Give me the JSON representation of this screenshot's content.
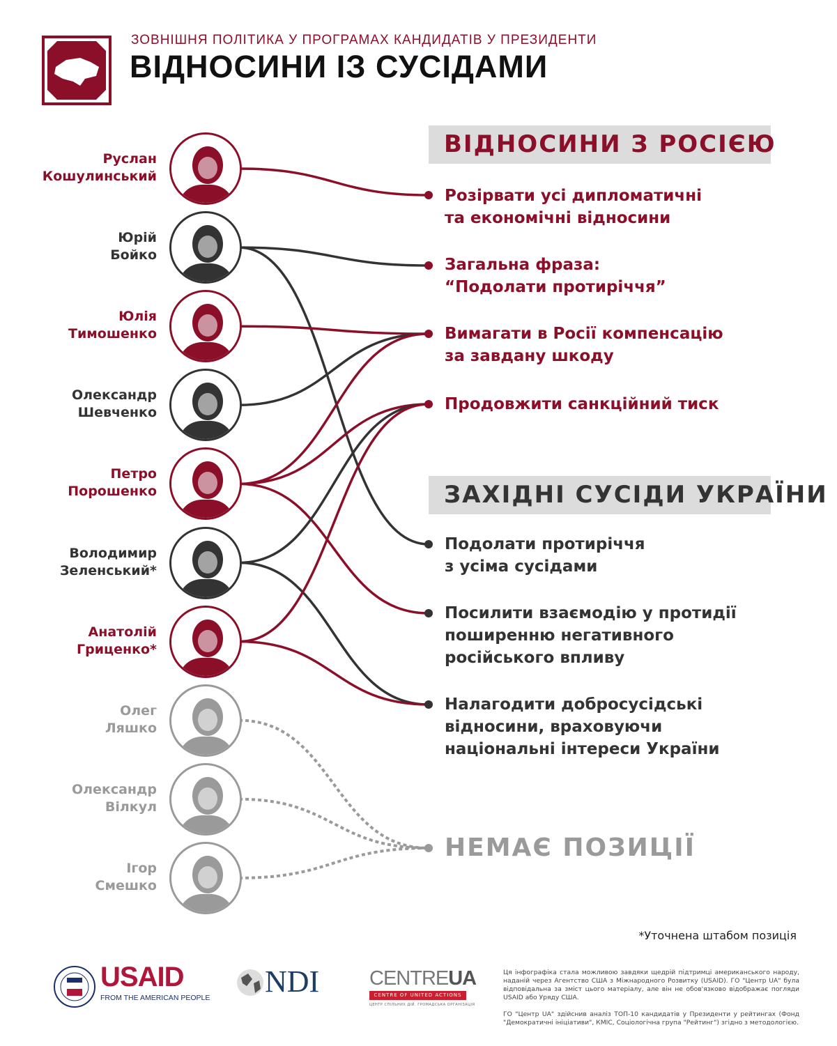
{
  "header": {
    "subtitle": "ЗОВНІШНЯ ПОЛІТИКА У ПРОГРАМАХ КАНДИДАТІВ У ПРЕЗИДЕНТИ",
    "title": "ВІДНОСИНИ ІЗ СУСІДАМИ"
  },
  "colors": {
    "red": "#8c0f2a",
    "dark": "#333333",
    "gray": "#9a9a9a",
    "section_bg": "#dcdcdc"
  },
  "candidates": [
    {
      "name": "Руслан\nКошулинський",
      "tone": "red"
    },
    {
      "name": "Юрій\nБойко",
      "tone": "dark"
    },
    {
      "name": "Юлія\nТимошенко",
      "tone": "red"
    },
    {
      "name": "Олександр\nШевченко",
      "tone": "dark"
    },
    {
      "name": "Петро\nПорошенко",
      "tone": "red"
    },
    {
      "name": "Володимир\nЗеленський*",
      "tone": "dark"
    },
    {
      "name": "Анатолій\nГриценко*",
      "tone": "red"
    },
    {
      "name": "Олег\nЛяшко",
      "tone": "gray"
    },
    {
      "name": "Олександр\nВілкул",
      "tone": "gray"
    },
    {
      "name": "Ігор\nСмешко",
      "tone": "gray"
    }
  ],
  "sections": [
    {
      "title": "ВІДНОСИНИ З РОСІЄЮ",
      "tone": "red"
    },
    {
      "title": "ЗАХІДНІ СУСІДИ УКРАЇНИ",
      "tone": "dark"
    }
  ],
  "positions": [
    {
      "text": "Розірвати усі дипломатичні\nта економічні відносини",
      "tone": "red"
    },
    {
      "text": "Загальна фраза:\n“Подолати протиріччя”",
      "tone": "red"
    },
    {
      "text": "Вимагати в Росії компенсацію\nза завдану шкоду",
      "tone": "red"
    },
    {
      "text": "Продовжити санкційний тиск",
      "tone": "red"
    },
    {
      "text": "Подолати протиріччя\nз усіма сусідами",
      "tone": "dark"
    },
    {
      "text": "Посилити взаємодію у протидії\nпоширенню негативного\nросійського впливу",
      "tone": "dark"
    },
    {
      "text": "Налагодити добросусідські\nвідносини, враховуючи\nнаціональні інтереси України",
      "tone": "dark"
    },
    {
      "text": "НЕМАЄ ПОЗИЦІЇ",
      "tone": "gray"
    }
  ],
  "links": [
    [
      0,
      0
    ],
    [
      1,
      1
    ],
    [
      1,
      4
    ],
    [
      2,
      2
    ],
    [
      3,
      2
    ],
    [
      4,
      2
    ],
    [
      4,
      3
    ],
    [
      4,
      5
    ],
    [
      5,
      3
    ],
    [
      5,
      6
    ],
    [
      6,
      3
    ],
    [
      6,
      6
    ],
    [
      7,
      7
    ],
    [
      8,
      7
    ],
    [
      9,
      7
    ]
  ],
  "footnote": "*Уточнена штабом позиція",
  "logos": {
    "usaid": "USAID",
    "usaid_tag": "FROM THE AMERICAN PEOPLE",
    "ndi": "NDI",
    "centreua_a": "CENTRE",
    "centreua_b": "UA",
    "centreua_bar": "CENTRE OF UNITED ACTIONS",
    "centreua_sub": "ЦЕНТР СПІЛЬНИХ ДІЙ. ГРОМАДСЬКА ОРГАНІЗАЦІЯ"
  },
  "disclaimer": [
    "Ця інфографіка стала можливою завдяки щедрій підтримці американського народу, наданій через Агентство США з Міжнародного Розвитку (USAID). ГО \"Центр UA\" була відповідальна за зміст цього матеріалу, але він не обов'язково відображає погляди USAID або Уряду США.",
    "ГО \"Центр UA\" здійснив аналіз ТОП-10 кандидатів у Президенти у рейтингах (Фонд \"Демократичні ініціативи\", КМІС, Соціологічна група \"Рейтинг\") згідно з методологією."
  ]
}
